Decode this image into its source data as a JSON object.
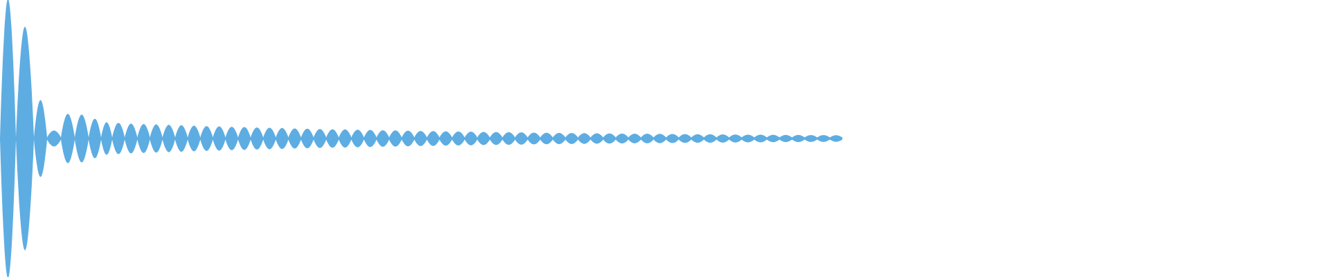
{
  "waveform": {
    "color": "#5dade2",
    "background": "#ffffff",
    "envelope_peaks": [
      1.0,
      0.8,
      0.27,
      0.05,
      0.17,
      0.165,
      0.135,
      0.11,
      0.105,
      0.1,
      0.097,
      0.094,
      0.091,
      0.088,
      0.085,
      0.082,
      0.08,
      0.077,
      0.075,
      0.072,
      0.07,
      0.068,
      0.065,
      0.063,
      0.061,
      0.059,
      0.058,
      0.056,
      0.054,
      0.052,
      0.051,
      0.049,
      0.047,
      0.046,
      0.044,
      0.043,
      0.042,
      0.04,
      0.039,
      0.038,
      0.037,
      0.035,
      0.034,
      0.033,
      0.032,
      0.031,
      0.03,
      0.029,
      0.028,
      0.027,
      0.027,
      0.026,
      0.025,
      0.024,
      0.023,
      0.023,
      0.022,
      0.021,
      0.02,
      0.02,
      0.019,
      0.018,
      0.018,
      0.017,
      0.017,
      0.016
    ]
  }
}
